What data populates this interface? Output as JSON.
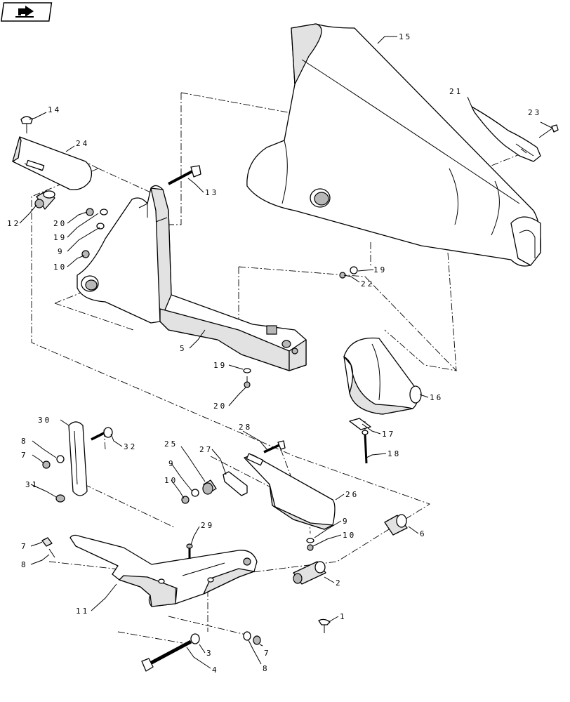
{
  "nav": {
    "icon": "arrow-icon"
  },
  "callouts": [
    {
      "id": "c1",
      "label": "1"
    },
    {
      "id": "c2",
      "label": "2"
    },
    {
      "id": "c3",
      "label": "3"
    },
    {
      "id": "c4",
      "label": "4"
    },
    {
      "id": "c5",
      "label": "5"
    },
    {
      "id": "c6",
      "label": "6"
    },
    {
      "id": "c7a",
      "label": "7"
    },
    {
      "id": "c7b",
      "label": "7"
    },
    {
      "id": "c7c",
      "label": "7"
    },
    {
      "id": "c8a",
      "label": "8"
    },
    {
      "id": "c8b",
      "label": "8"
    },
    {
      "id": "c8c",
      "label": "8"
    },
    {
      "id": "c9a",
      "label": "9"
    },
    {
      "id": "c9b",
      "label": "9"
    },
    {
      "id": "c9c",
      "label": "9"
    },
    {
      "id": "c10a",
      "label": "10"
    },
    {
      "id": "c10b",
      "label": "10"
    },
    {
      "id": "c10c",
      "label": "10"
    },
    {
      "id": "c11",
      "label": "11"
    },
    {
      "id": "c12",
      "label": "12"
    },
    {
      "id": "c13",
      "label": "13"
    },
    {
      "id": "c14",
      "label": "14"
    },
    {
      "id": "c15",
      "label": "15"
    },
    {
      "id": "c16",
      "label": "16"
    },
    {
      "id": "c17",
      "label": "17"
    },
    {
      "id": "c18",
      "label": "18"
    },
    {
      "id": "c19a",
      "label": "19"
    },
    {
      "id": "c19b",
      "label": "19"
    },
    {
      "id": "c19c",
      "label": "19"
    },
    {
      "id": "c20a",
      "label": "20"
    },
    {
      "id": "c20b",
      "label": "20"
    },
    {
      "id": "c21",
      "label": "21"
    },
    {
      "id": "c22",
      "label": "22"
    },
    {
      "id": "c23",
      "label": "23"
    },
    {
      "id": "c24",
      "label": "24"
    },
    {
      "id": "c25",
      "label": "25"
    },
    {
      "id": "c26",
      "label": "26"
    },
    {
      "id": "c27",
      "label": "27"
    },
    {
      "id": "c28",
      "label": "28"
    },
    {
      "id": "c29",
      "label": "29"
    },
    {
      "id": "c30",
      "label": "30"
    },
    {
      "id": "c31",
      "label": "31"
    },
    {
      "id": "c32",
      "label": "32"
    }
  ]
}
